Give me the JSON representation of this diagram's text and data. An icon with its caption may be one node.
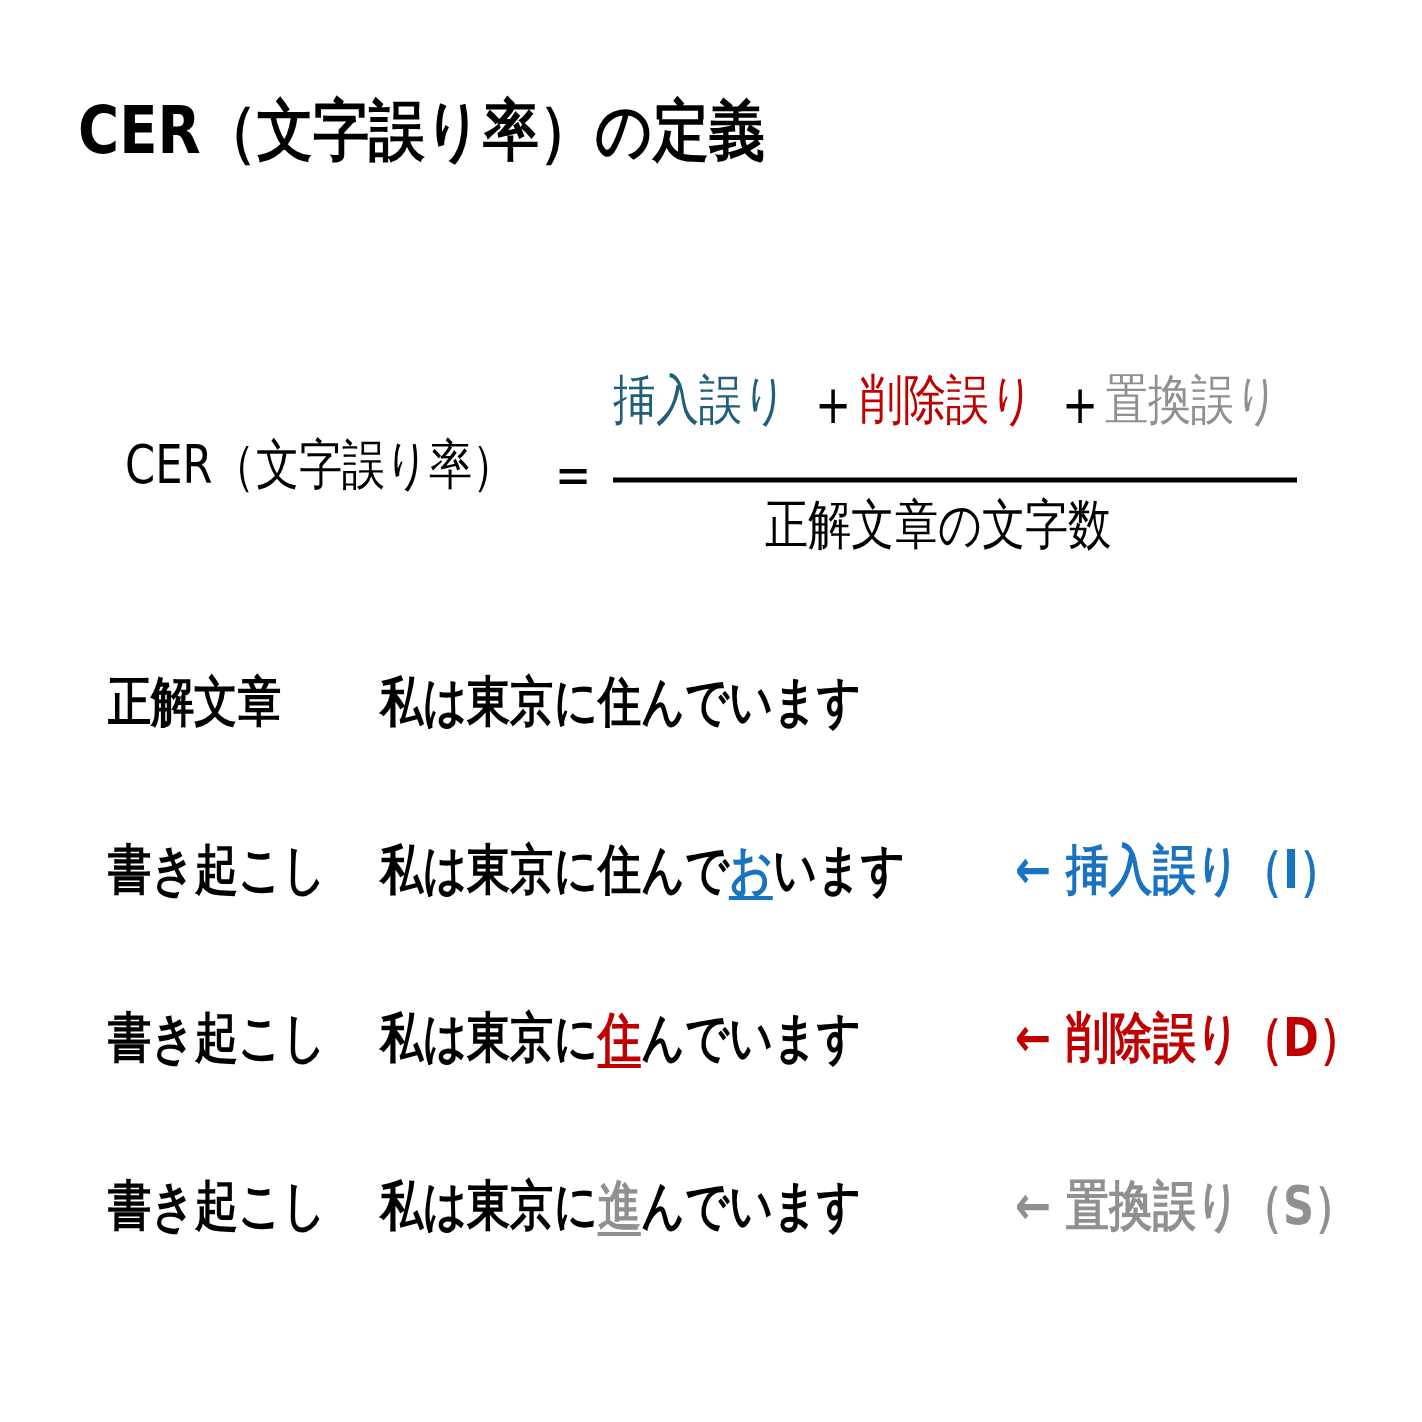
{
  "diagram": {
    "title": "CER（文字誤り率）の定義",
    "labels": [
      "CER（文字誤り率）",
      "=",
      "挿入誤り",
      "+",
      "削除誤り",
      "+",
      "置換誤り",
      "正解文章の文字数",
      "正解文章",
      "私は東京に住んでいます",
      "書き起こし",
      "私は東京に住んでおいます",
      "← 挿入誤り（I）",
      "書き起こし",
      "私は東京に住んでいます",
      "← 削除誤り（D）",
      "書き起こし",
      "私は東京に進んでいます",
      "← 置換誤り（S）"
    ]
  }
}
